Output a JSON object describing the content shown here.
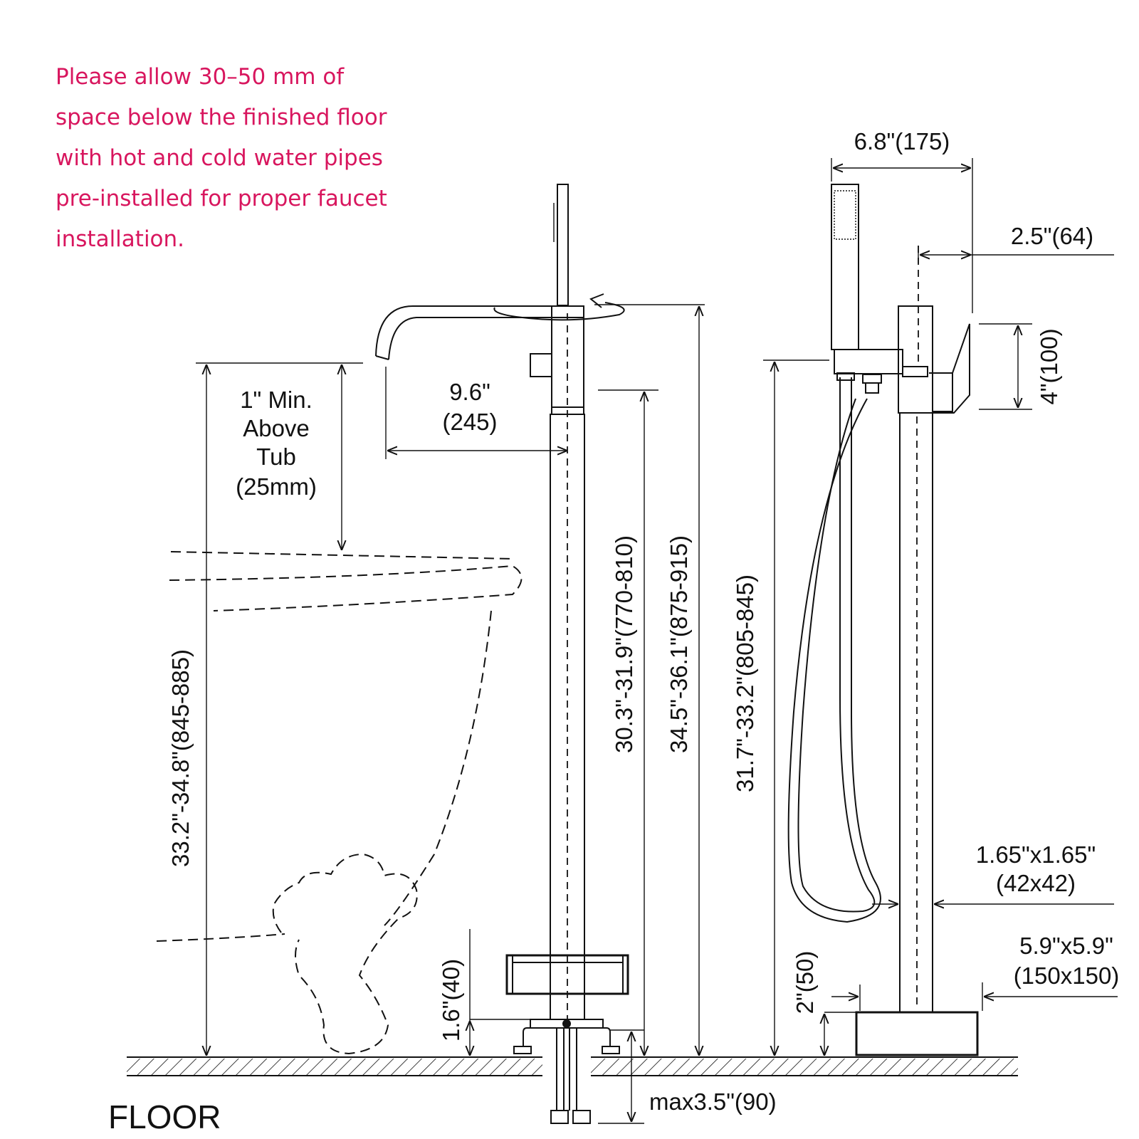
{
  "note": {
    "lines": [
      "Please allow 30–50 mm of",
      "space below the finished floor",
      "with hot and cold water pipes",
      "pre-installed for proper faucet",
      "installation."
    ]
  },
  "labels": {
    "floor": "FLOOR",
    "above_tub_1": "1\" Min.",
    "above_tub_2": "Above",
    "above_tub_3": "Tub",
    "above_tub_4": "(25mm)",
    "spout_reach_1": "9.6\"",
    "spout_reach_2": "(245)",
    "height_total_left": "33.2\"-34.8\"(845-885)",
    "height_spout": "30.3\"-31.9\"(770-810)",
    "height_top": "34.5\"-36.1\"(875-915)",
    "height_handle": "31.7\"-33.2\"(805-845)",
    "width_top": "6.8\"(175)",
    "handle_offset": "2.5\"(64)",
    "handle_height": "4\"(100)",
    "pipe_size_1": "1.65\"x1.65\"",
    "pipe_size_2": "(42x42)",
    "base_size_1": "5.9\"x5.9\"",
    "base_size_2": "(150x150)",
    "base_height": "2\"(50)",
    "flange_height": "1.6\"(40)",
    "below_floor": "max3.5\"(90)"
  }
}
